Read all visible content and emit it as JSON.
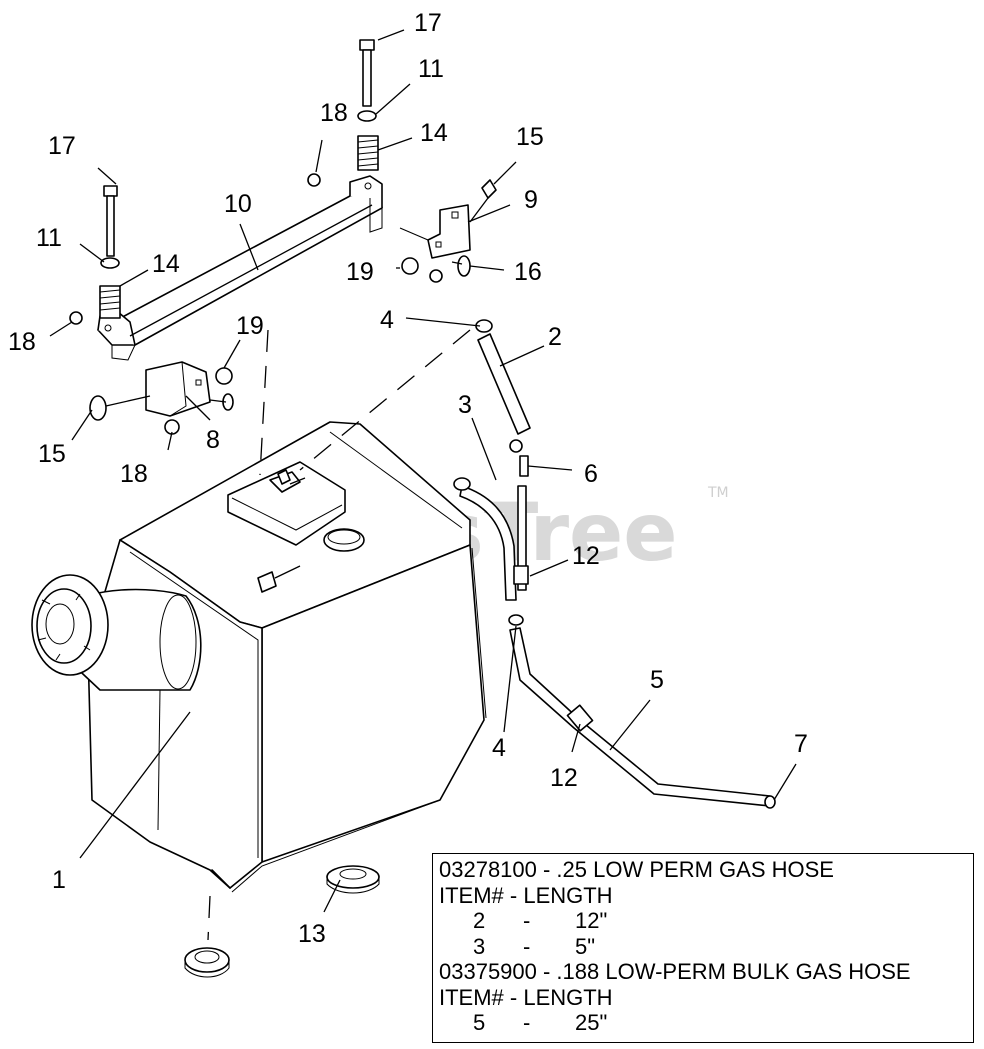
{
  "watermark": {
    "text": "PartsTree",
    "tm": "TM"
  },
  "callouts": {
    "c1": "1",
    "c2": "2",
    "c3": "3",
    "c4a": "4",
    "c4b": "4",
    "c5": "5",
    "c6": "6",
    "c7": "7",
    "c8": "8",
    "c9": "9",
    "c10": "10",
    "c11a": "11",
    "c11b": "11",
    "c12a": "12",
    "c12b": "12",
    "c13": "13",
    "c14a": "14",
    "c14b": "14",
    "c15a": "15",
    "c15b": "15",
    "c16": "16",
    "c17a": "17",
    "c17b": "17",
    "c18a": "18",
    "c18b": "18",
    "c18c": "18",
    "c19a": "19",
    "c19b": "19"
  },
  "legend": {
    "hose1_title": "03278100 - .25 LOW PERM GAS HOSE",
    "hose1_header": "ITEM# - LENGTH",
    "hose1_rows": [
      {
        "item": "2",
        "sep": "-",
        "length": "12\""
      },
      {
        "item": "3",
        "sep": "-",
        "length": "5\""
      }
    ],
    "hose2_title": "03375900 - .188 LOW-PERM BULK GAS HOSE",
    "hose2_header": "ITEM# - LENGTH",
    "hose2_rows": [
      {
        "item": "5",
        "sep": "-",
        "length": "25\""
      }
    ]
  }
}
